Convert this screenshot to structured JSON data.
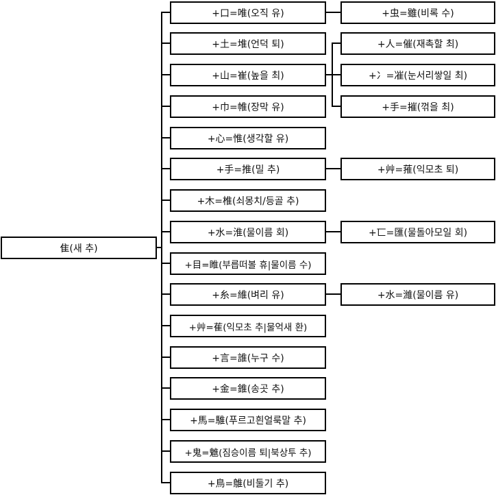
{
  "root": {
    "label": "隹(새 추)"
  },
  "children": [
    {
      "label": "+口=唯(오직 유)",
      "sub": [
        {
          "label": "+虫=雖(비록 수)"
        }
      ]
    },
    {
      "label": "+土=堆(언덕 퇴)",
      "sub": []
    },
    {
      "label": "+山=崔(높을 최)",
      "sub": [
        {
          "label": "+人=催(재촉할 최)"
        },
        {
          "label": "+冫=凗(눈서리쌓일 최)"
        },
        {
          "label": "+手=摧(꺾을 최)"
        }
      ]
    },
    {
      "label": "+巾=帷(장막 유)",
      "sub": []
    },
    {
      "label": "+心=惟(생각할 유)",
      "sub": []
    },
    {
      "label": "+手=推(밀 추)",
      "sub": [
        {
          "label": "+艸=蓷(익모초 퇴)"
        }
      ]
    },
    {
      "label": "+木=椎(쇠몽치/등골 추)",
      "sub": []
    },
    {
      "label": "+水=淮(물이름 회)",
      "sub": [
        {
          "label": "+匸=匯(물돌아모일 회)"
        }
      ]
    },
    {
      "label": "+目=睢(부릅떠볼 휴|물이름 수)",
      "sub": []
    },
    {
      "label": "+糸=維(벼리 유)",
      "sub": [
        {
          "label": "+水=濰(물이름 유)"
        }
      ]
    },
    {
      "label": "+艸=萑(익모초 추|물억새 환)",
      "sub": []
    },
    {
      "label": "+言=誰(누구 수)",
      "sub": []
    },
    {
      "label": "+金=錐(송곳 추)",
      "sub": []
    },
    {
      "label": "+馬=騅(푸르고흰얼룩말 추)",
      "sub": []
    },
    {
      "label": "+鬼=魋(짐승이름 퇴|북상투 추)",
      "sub": []
    },
    {
      "label": "+鳥=鵻(비둘기 추)",
      "sub": []
    }
  ],
  "colors": {
    "line": "#000000",
    "box_border": "#000000",
    "background": "#ffffff",
    "text": "#111111"
  }
}
